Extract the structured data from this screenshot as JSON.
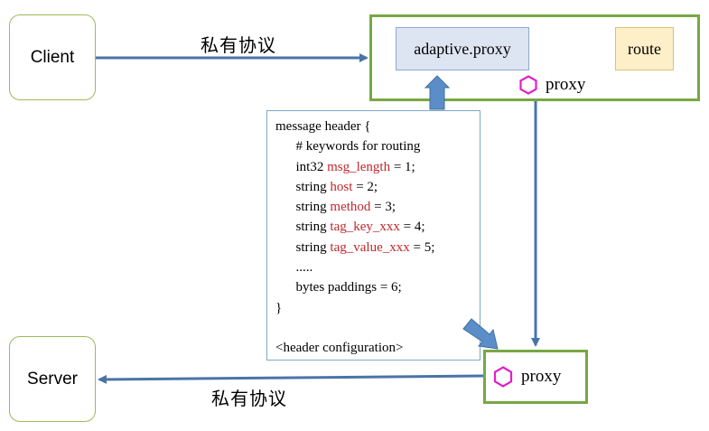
{
  "nodes": {
    "client": "Client",
    "server": "Server",
    "adaptive_proxy": "adaptive.proxy",
    "route": "route",
    "proxy_top": "proxy",
    "proxy_bottom": "proxy"
  },
  "edges": {
    "client_to_proxy_label": "私有协议",
    "proxy_to_server_label": "私有协议"
  },
  "message_header": {
    "lines": [
      {
        "pre": "message header {",
        "red": "",
        "post": ""
      },
      {
        "pre": "      # keywords for routing",
        "red": "",
        "post": ""
      },
      {
        "pre": "      int32 ",
        "red": "msg_length",
        "post": " = 1;"
      },
      {
        "pre": "      string ",
        "red": "host",
        "post": " = 2;"
      },
      {
        "pre": "      string ",
        "red": "method",
        "post": " = 3;"
      },
      {
        "pre": "      string ",
        "red": "tag_key_xxx",
        "post": " = 4;"
      },
      {
        "pre": "      string ",
        "red": "tag_value_xxx",
        "post": " = 5;"
      },
      {
        "pre": "      .....",
        "red": "",
        "post": ""
      },
      {
        "pre": "      bytes paddings = 6;",
        "red": "",
        "post": ""
      },
      {
        "pre": "}",
        "red": "",
        "post": ""
      },
      {
        "pre": "",
        "red": "",
        "post": ""
      },
      {
        "pre": "<header configuration>",
        "red": "",
        "post": ""
      }
    ]
  },
  "colors": {
    "node_border": "#9bbb59",
    "proxy_border": "#77a843",
    "arrow": "#4a74a8",
    "hexagon": "#e020c8",
    "keyword_red": "#c0282c",
    "adaptive_fill": "#dde5f2",
    "route_fill": "#fdefc8"
  },
  "icons": {
    "proxy_icon": "hexagon-icon"
  }
}
